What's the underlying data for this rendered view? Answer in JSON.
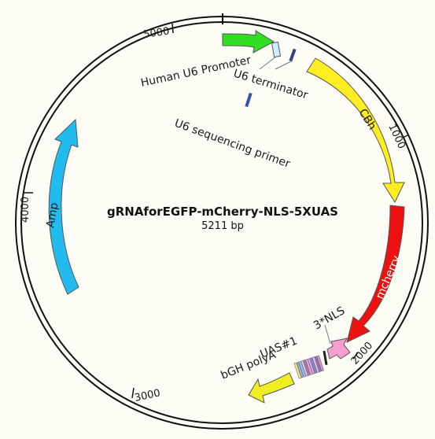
{
  "plasmid": {
    "name": "gRNAforEGFP-mCherry-NLS-5XUAS",
    "size_label": "5211 bp",
    "length_bp": 5211
  },
  "ticks": [
    {
      "bp": 1000,
      "label": "1000"
    },
    {
      "bp": 2000,
      "label": "2000"
    },
    {
      "bp": 3000,
      "label": "3000"
    },
    {
      "bp": 4000,
      "label": "4000"
    },
    {
      "bp": 5000,
      "label": "5000"
    }
  ],
  "features": {
    "green": {
      "label": "",
      "color": "#33dd22"
    },
    "promoter": {
      "label": "Human U6 Promoter",
      "color": "#cceeff"
    },
    "u6_terminator": {
      "label": "U6 terminator",
      "color": "#334488"
    },
    "u6_primer": {
      "label": "U6 sequencing primer",
      "color": "#3355aa"
    },
    "cbh": {
      "label": "CBh",
      "color": "#ffee22"
    },
    "mcherry": {
      "label": "mcherry",
      "color": "#ee1111"
    },
    "nls": {
      "label": "3*NLS",
      "color": "#f5a0cc"
    },
    "uas": {
      "label": "UAS#1",
      "color": "#b8a0d8"
    },
    "bgh": {
      "label": "bGH polyA",
      "color": "#eeee22"
    },
    "amp": {
      "label": "Amp",
      "color": "#22bbee"
    }
  }
}
